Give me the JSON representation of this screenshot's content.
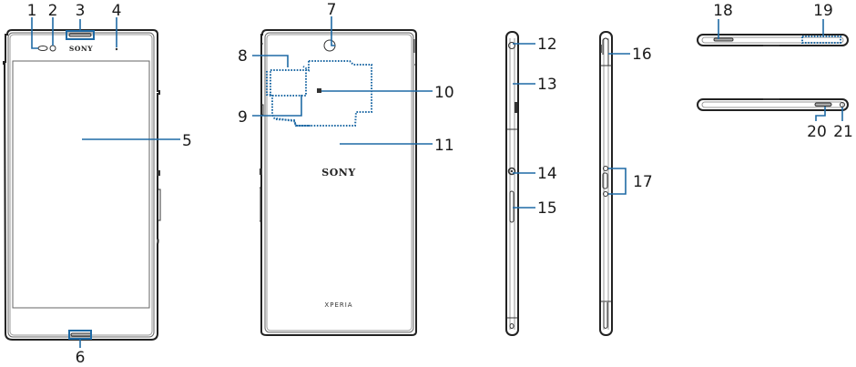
{
  "diagram": {
    "title": "Phone part names diagram",
    "views": {
      "front": {
        "brand": "SONY"
      },
      "back": {
        "brand": "SONY",
        "model": "XPERIA"
      },
      "side_left": {},
      "side_right": {},
      "top_edge": {},
      "bottom_edge": {}
    },
    "callouts": [
      {
        "number": "1"
      },
      {
        "number": "2"
      },
      {
        "number": "3"
      },
      {
        "number": "4"
      },
      {
        "number": "5"
      },
      {
        "number": "6"
      },
      {
        "number": "7"
      },
      {
        "number": "8"
      },
      {
        "number": "9"
      },
      {
        "number": "10"
      },
      {
        "number": "11"
      },
      {
        "number": "12"
      },
      {
        "number": "13"
      },
      {
        "number": "14"
      },
      {
        "number": "15"
      },
      {
        "number": "16"
      },
      {
        "number": "17"
      },
      {
        "number": "18"
      },
      {
        "number": "19"
      },
      {
        "number": "20"
      },
      {
        "number": "21"
      }
    ],
    "colors": {
      "callout_line": "#1f6aa5",
      "outline": "#222222"
    }
  }
}
